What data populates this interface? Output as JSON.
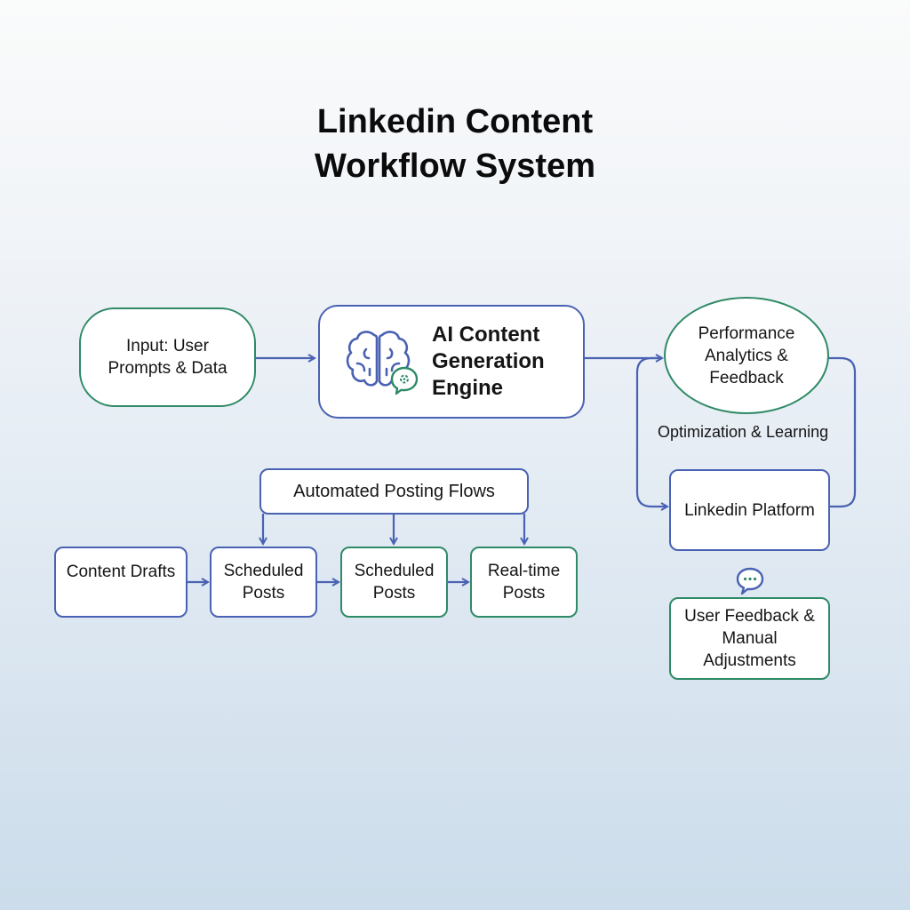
{
  "title": {
    "line1": "Linkedin Content",
    "line2": "Workflow System"
  },
  "colors": {
    "blue_stroke": "#4a62b3",
    "green_stroke": "#2f8a66",
    "background_top": "#fafbfb",
    "background_bottom": "#cbdcea"
  },
  "nodes": {
    "input": {
      "label": "Input: User\nPrompts & Data",
      "border": "green"
    },
    "engine": {
      "label": "AI Content\nGeneration\nEngine",
      "border": "blue",
      "icon": "brain-icon",
      "badge_icon": "chat-bubble-icon"
    },
    "analytics": {
      "label": "Performance\nAnalytics &\nFeedback",
      "border": "green",
      "shape": "ellipse"
    },
    "platform": {
      "label": "Linkedin Platform",
      "border": "blue"
    },
    "user_feedback": {
      "label": "User Feedback &\nManual\nAdjustments",
      "border": "green",
      "icon": "speech-bubble-icon"
    },
    "posting_flows": {
      "label": "Automated Posting Flows",
      "border": "blue"
    },
    "drafts": {
      "label": "Content Drafts",
      "border": "blue"
    },
    "scheduled_1": {
      "label": "Scheduled\nPosts",
      "border": "blue"
    },
    "scheduled_2": {
      "label": "Scheduled\nPosts",
      "border": "green"
    },
    "realtime": {
      "label": "Real-time\nPosts",
      "border": "green"
    }
  },
  "edge_labels": {
    "optimization": "Optimization & Learning"
  },
  "edges": [
    {
      "from": "input",
      "to": "engine"
    },
    {
      "from": "engine",
      "to": "analytics"
    },
    {
      "from": "analytics",
      "to": "platform",
      "label": "Optimization & Learning"
    },
    {
      "from": "platform",
      "to": "analytics"
    },
    {
      "from": "posting_flows",
      "to": "scheduled_1"
    },
    {
      "from": "posting_flows",
      "to": "scheduled_2"
    },
    {
      "from": "posting_flows",
      "to": "realtime"
    },
    {
      "from": "drafts",
      "to": "scheduled_1"
    },
    {
      "from": "scheduled_1",
      "to": "scheduled_2"
    },
    {
      "from": "scheduled_2",
      "to": "realtime"
    }
  ]
}
